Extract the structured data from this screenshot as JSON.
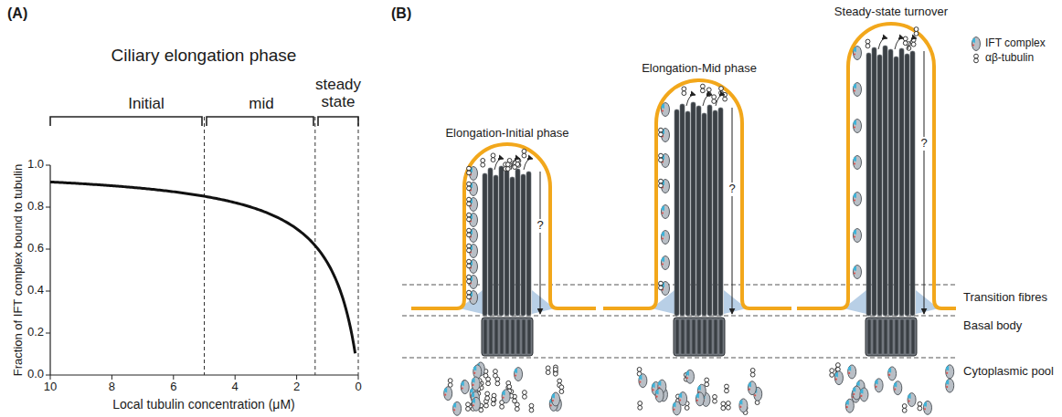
{
  "diagram": {
    "labels": [
      "(A)",
      "Ciliary elongation phase",
      "Initial",
      "mid",
      "steady state",
      "1.0",
      "0.8",
      "0.6",
      "0.4",
      "0.2",
      "0.0",
      "Fraction of IFT complex bound to tubulin",
      "10",
      "8",
      "6",
      "4",
      "2",
      "0",
      "Local tubulin concentration (μM)",
      "(B)",
      "Elongation-Initial phase",
      "Elongation-Mid phase",
      "Steady-state turnover",
      "?",
      "?",
      "?",
      "Transition fibres",
      "Basal body",
      "Cytoplasmic pool"
    ],
    "legend": [
      {
        "text": "IFT complex"
      },
      {
        "text": "αβ-tubulin"
      }
    ]
  }
}
